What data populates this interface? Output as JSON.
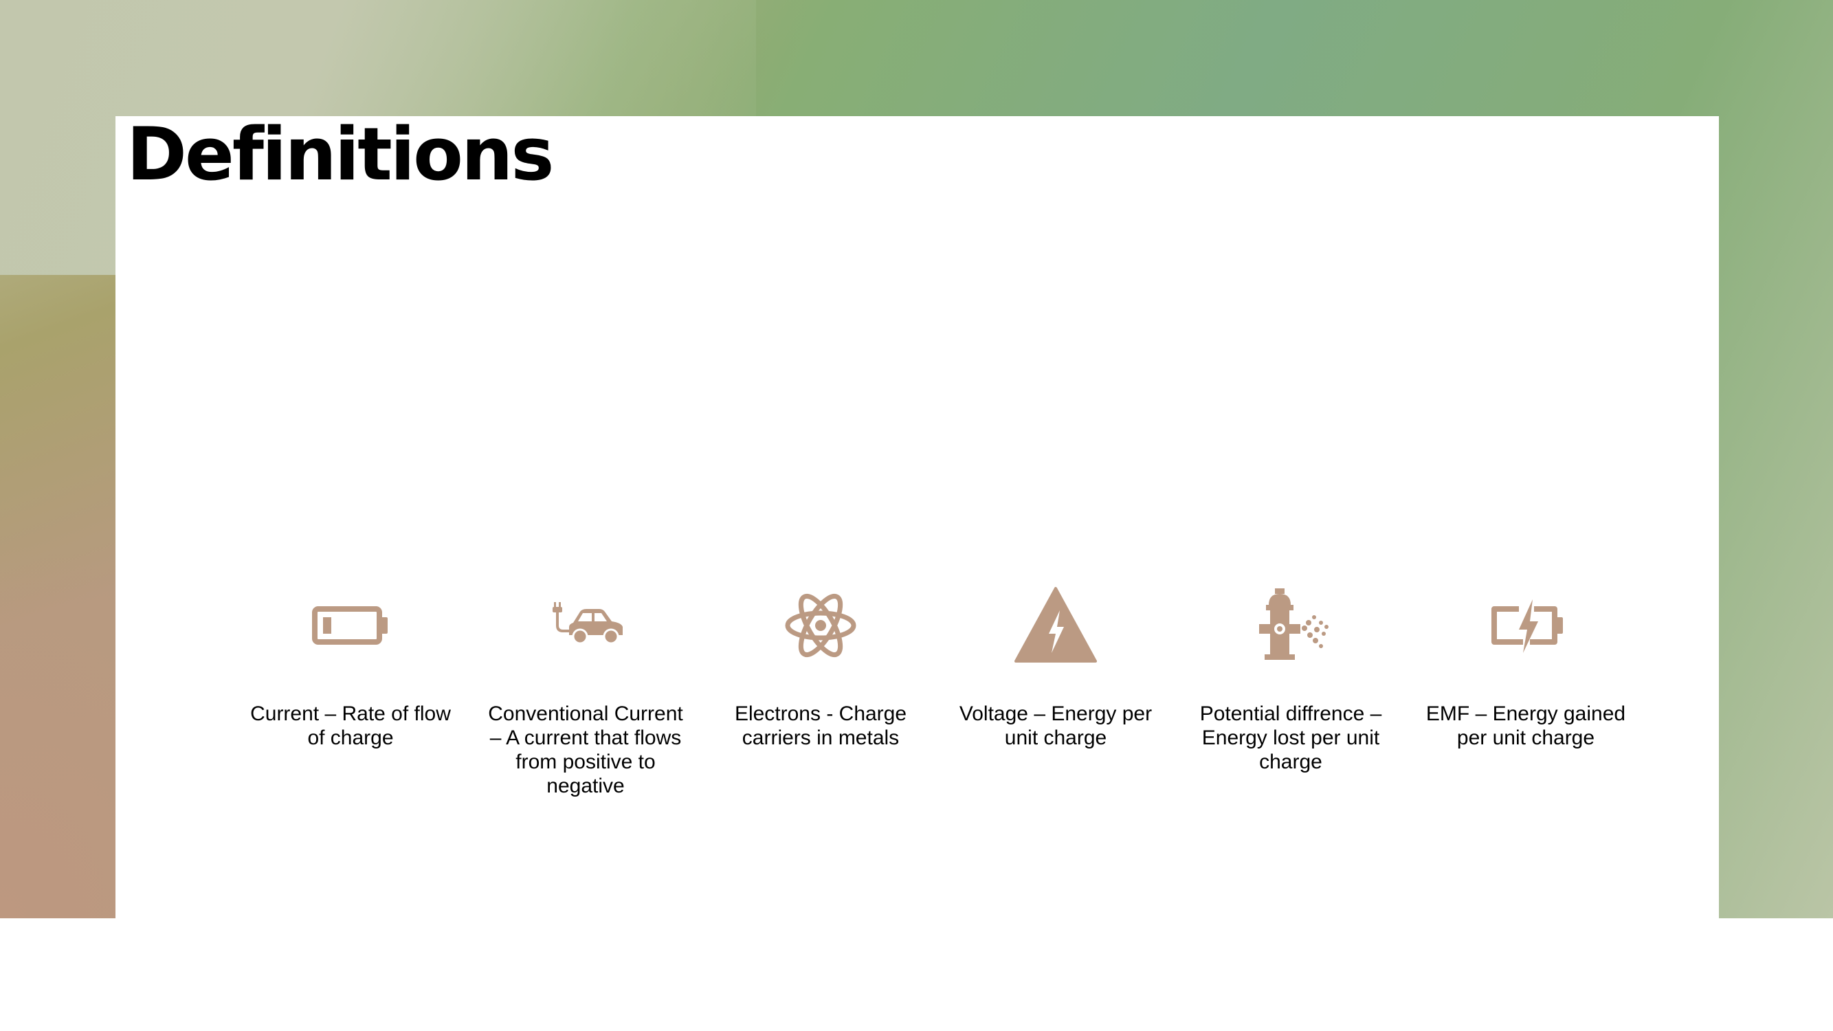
{
  "slide": {
    "title": "Definitions",
    "icon_color": "#bb9a83",
    "items": [
      {
        "icon": "battery-low-icon",
        "label": "Current – Rate of flow of charge"
      },
      {
        "icon": "electric-car-icon",
        "label": "Conventional Current – A current that flows from positive to negative"
      },
      {
        "icon": "atom-icon",
        "label": "Electrons - Charge carriers in metals"
      },
      {
        "icon": "high-voltage-warning-icon",
        "label": "Voltage – Energy per unit charge"
      },
      {
        "icon": "fire-hydrant-icon",
        "label": "Potential diffrence – Energy lost per unit charge"
      },
      {
        "icon": "battery-charging-icon",
        "label": "EMF – Energy gained per unit charge"
      }
    ]
  }
}
